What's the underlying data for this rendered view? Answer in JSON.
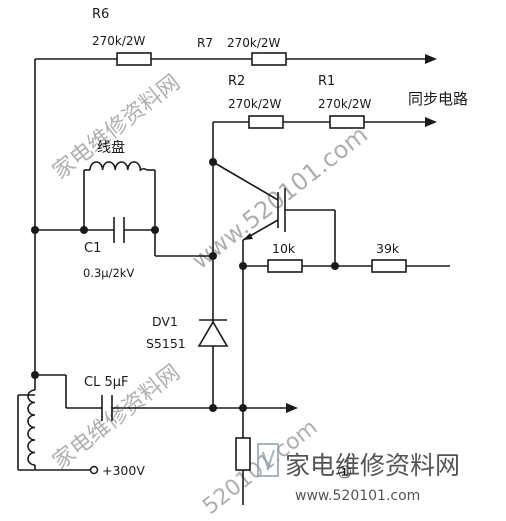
{
  "labels": {
    "r6_name": "R6",
    "r6_value": "270k/2W",
    "r7_name": "R7",
    "r7_value": "270k/2W",
    "r2_name": "R2",
    "r2_value": "270k/2W",
    "r1_name": "R1",
    "r1_value": "270k/2W",
    "sync_circuit": "同步电路",
    "coil": "线盘",
    "c1_name": "C1",
    "c1_value": "0.3μ/2kV",
    "r_10k": "10k",
    "r_39k": "39k",
    "dv1_name": "DV1",
    "dv1_part": "S5151",
    "cl_label": "CL 5μF",
    "supply": "+300V",
    "figure_number": "①"
  },
  "watermark": {
    "brand": "家电维修资料网",
    "url": "www.520101.com",
    "url_short": "520101.com",
    "url_footer": "www.520101.com"
  },
  "colors": {
    "line": "#1a1a1a",
    "watermark": "#9aa9b8"
  }
}
